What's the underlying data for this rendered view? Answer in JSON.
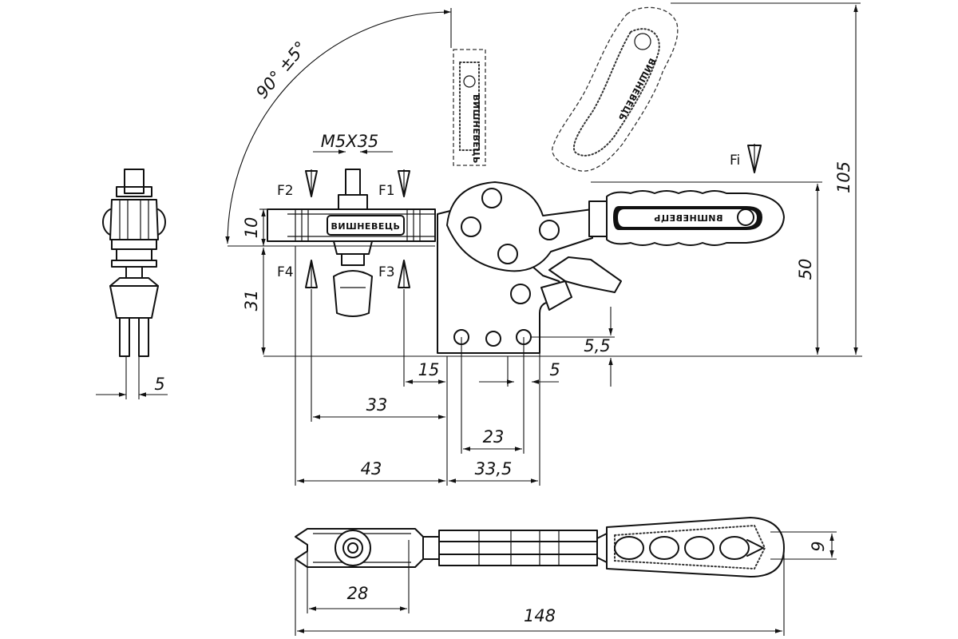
{
  "drawing": {
    "brand": "ВИШНЕВЕЦЬ",
    "angle": "90° ±5°",
    "bolt": "M5X35",
    "forces": {
      "f1": "F1",
      "f2": "F2",
      "f3": "F3",
      "f4": "F4",
      "fi": "Fi"
    },
    "dimensions": {
      "d10": "10",
      "d31": "31",
      "d50": "50",
      "d105": "105",
      "d5_5": "5,5",
      "d15": "15",
      "d5_right": "5",
      "d5_left": "5",
      "d33": "33",
      "d23": "23",
      "d43": "43",
      "d33_5": "33,5",
      "d9": "9",
      "d28": "28",
      "d148": "148"
    }
  }
}
